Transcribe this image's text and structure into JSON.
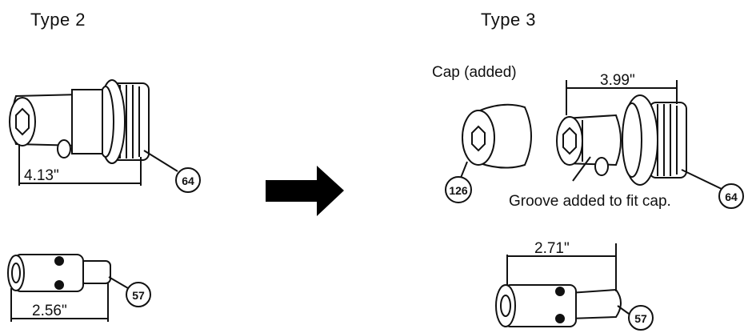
{
  "headings": {
    "type2": "Type 2",
    "type3": "Type 3"
  },
  "labels": {
    "cap_added": "Cap (added)",
    "groove_note": "Groove added to fit cap."
  },
  "dimensions": {
    "type2_body": "4.13\"",
    "type2_small": "2.56\"",
    "type3_body": "3.99\"",
    "type3_small": "2.71\""
  },
  "callouts": {
    "type2_body": "64",
    "type2_small": "57",
    "type3_cap": "126",
    "type3_body": "64",
    "type3_small": "57"
  },
  "arrow": {
    "color": "#000000"
  }
}
